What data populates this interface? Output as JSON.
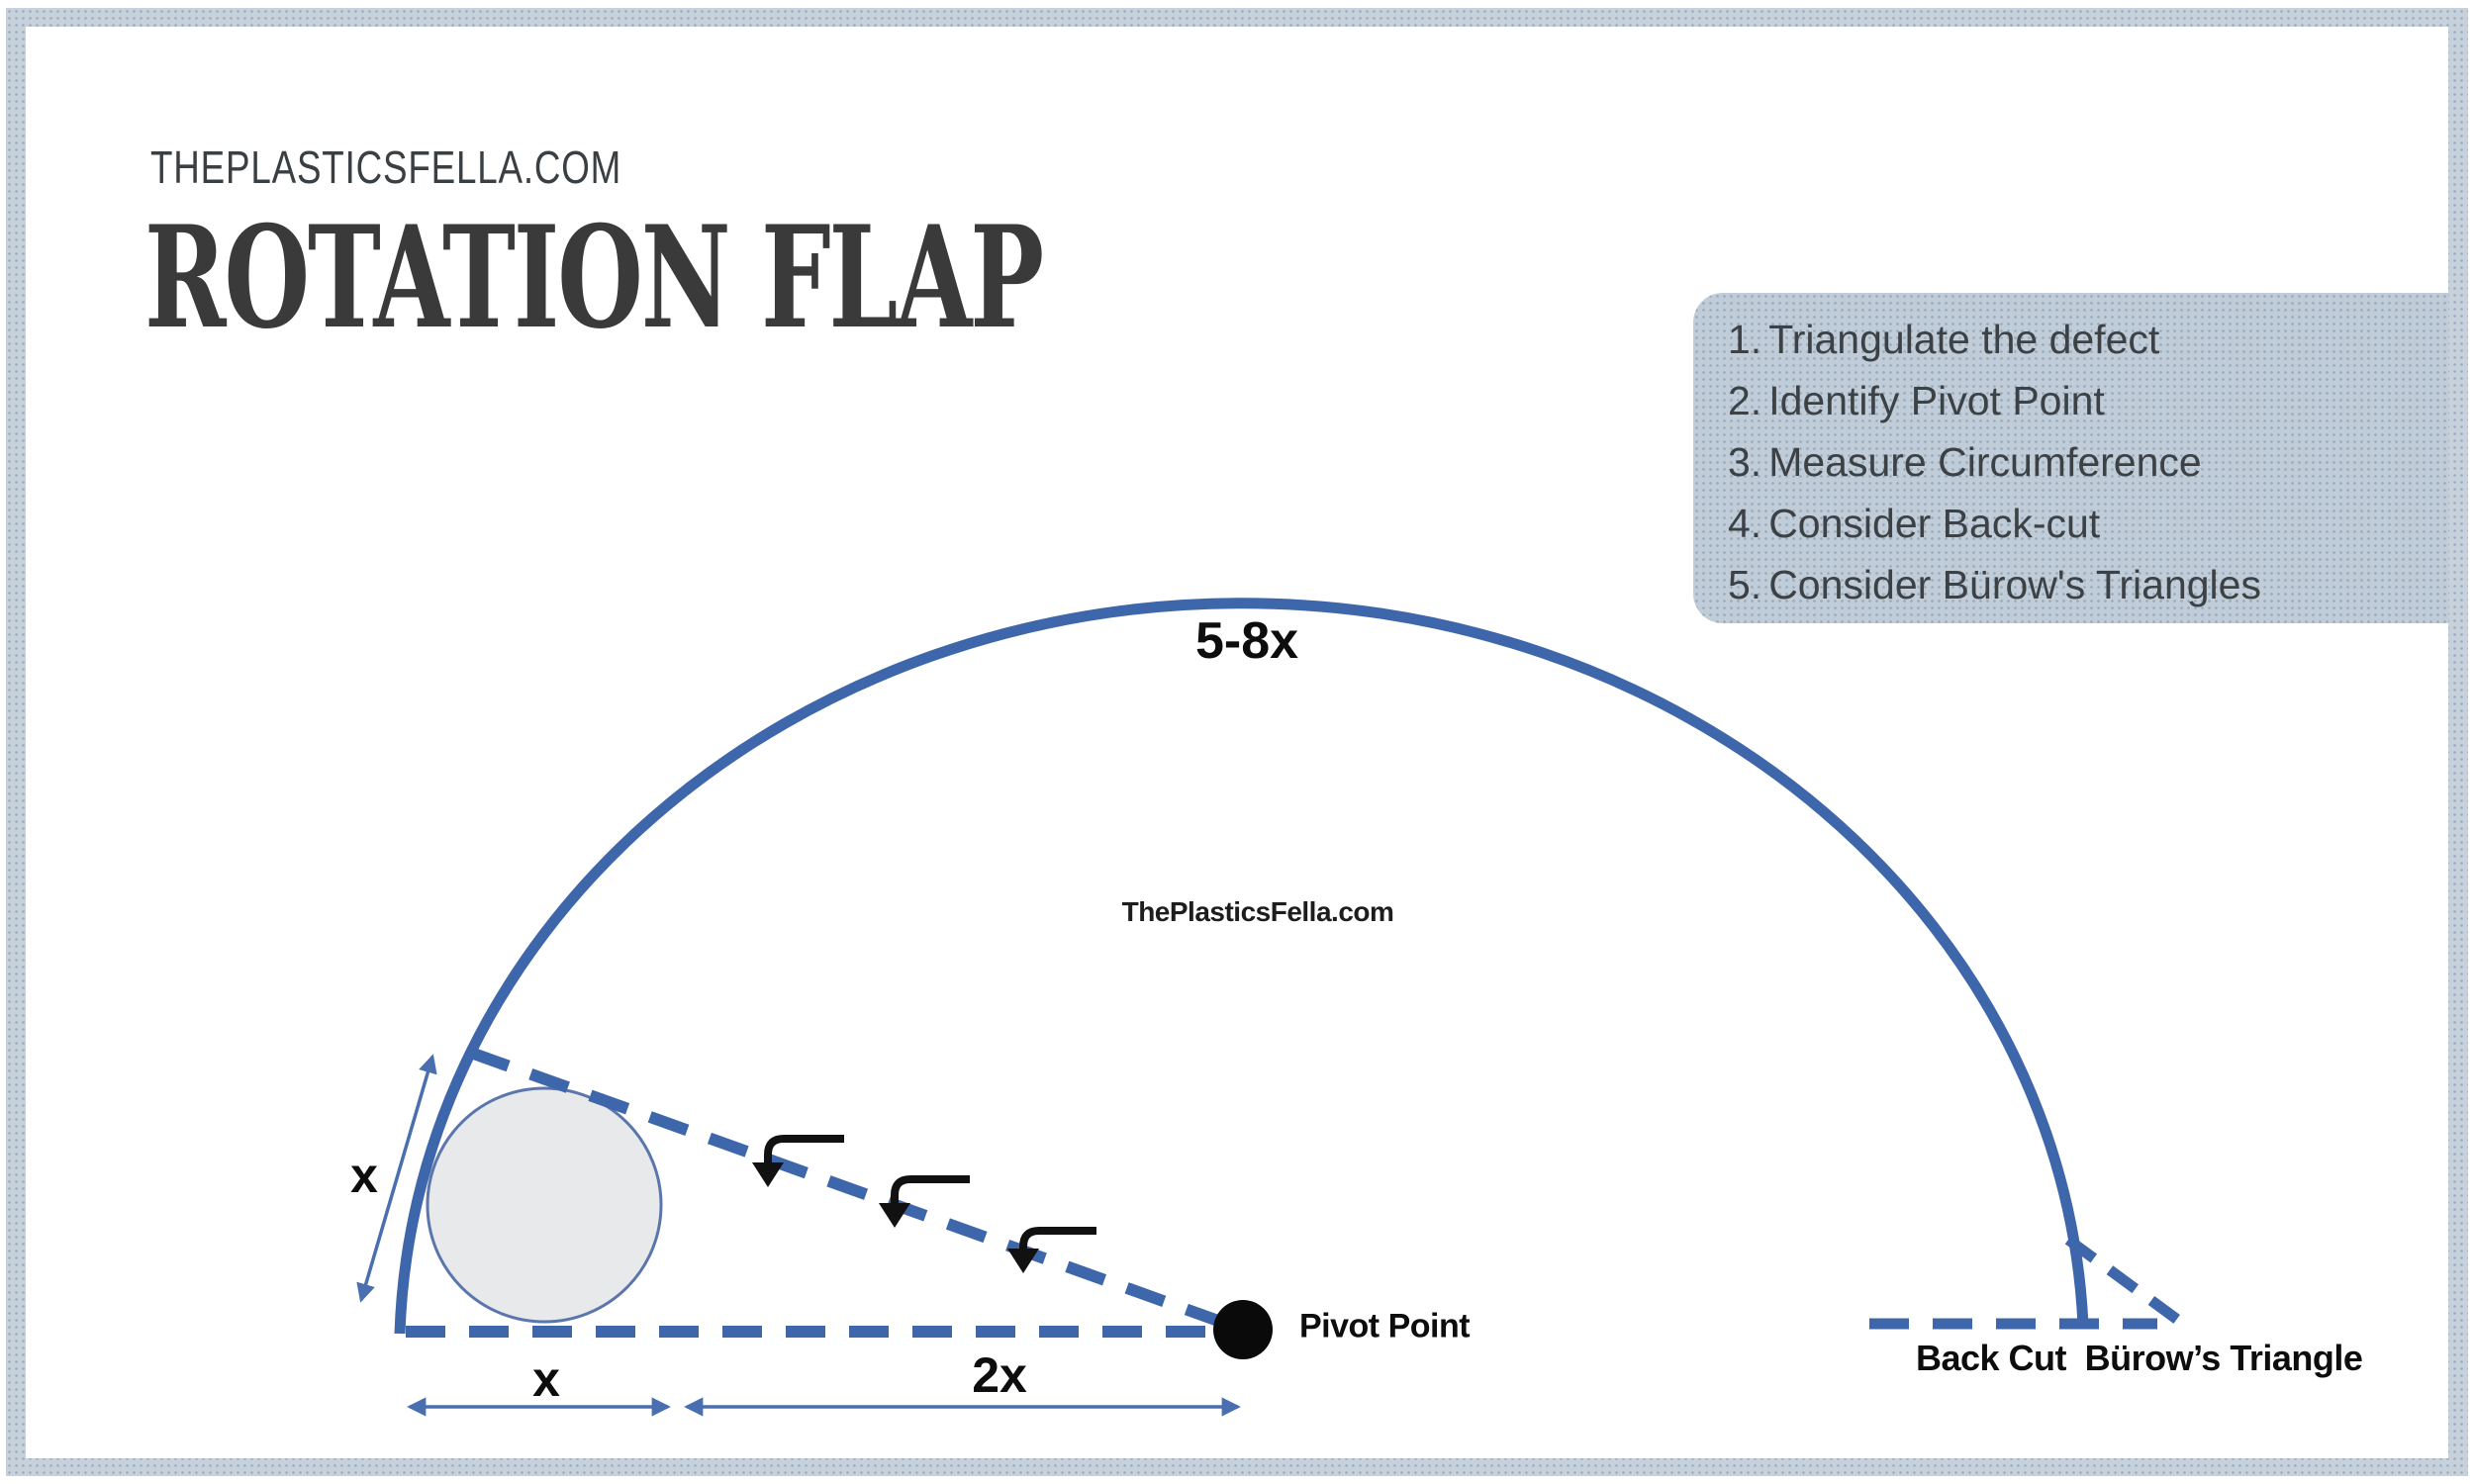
{
  "header": {
    "site": "THEPLASTICSFELLA.COM",
    "title": "ROTATION FLAP"
  },
  "steps": {
    "items": [
      {
        "num": "1.",
        "text": "Triangulate the defect"
      },
      {
        "num": "2.",
        "text": "Identify Pivot Point"
      },
      {
        "num": "3.",
        "text": "Measure Circumference"
      },
      {
        "num": "4.",
        "text": "Consider Back-cut"
      },
      {
        "num": "5.",
        "text": "Consider Bürow's Triangles"
      }
    ]
  },
  "diagram": {
    "arc_length_label": "5-8x",
    "defect_height_label": "x",
    "defect_width_label": "x",
    "pivot_distance_label": "2x",
    "pivot_point_label": "Pivot Point",
    "back_cut_label": "Back Cut",
    "burow_triangle_label": "Bürow’s Triangle",
    "watermark": "ThePlasticsFella.com"
  },
  "colors": {
    "flap_blue": "#3e66ab",
    "thin_arrow_blue": "#4a6fb0",
    "defect_fill": "#e8e9eb",
    "defect_stroke": "#5b76ad",
    "pivot_black": "#0a0a0a",
    "frame_bg": "#c7d1db",
    "panel_bg": "#c0ccd7",
    "heading_text": "#3a3f43",
    "list_text": "#3c4145"
  }
}
